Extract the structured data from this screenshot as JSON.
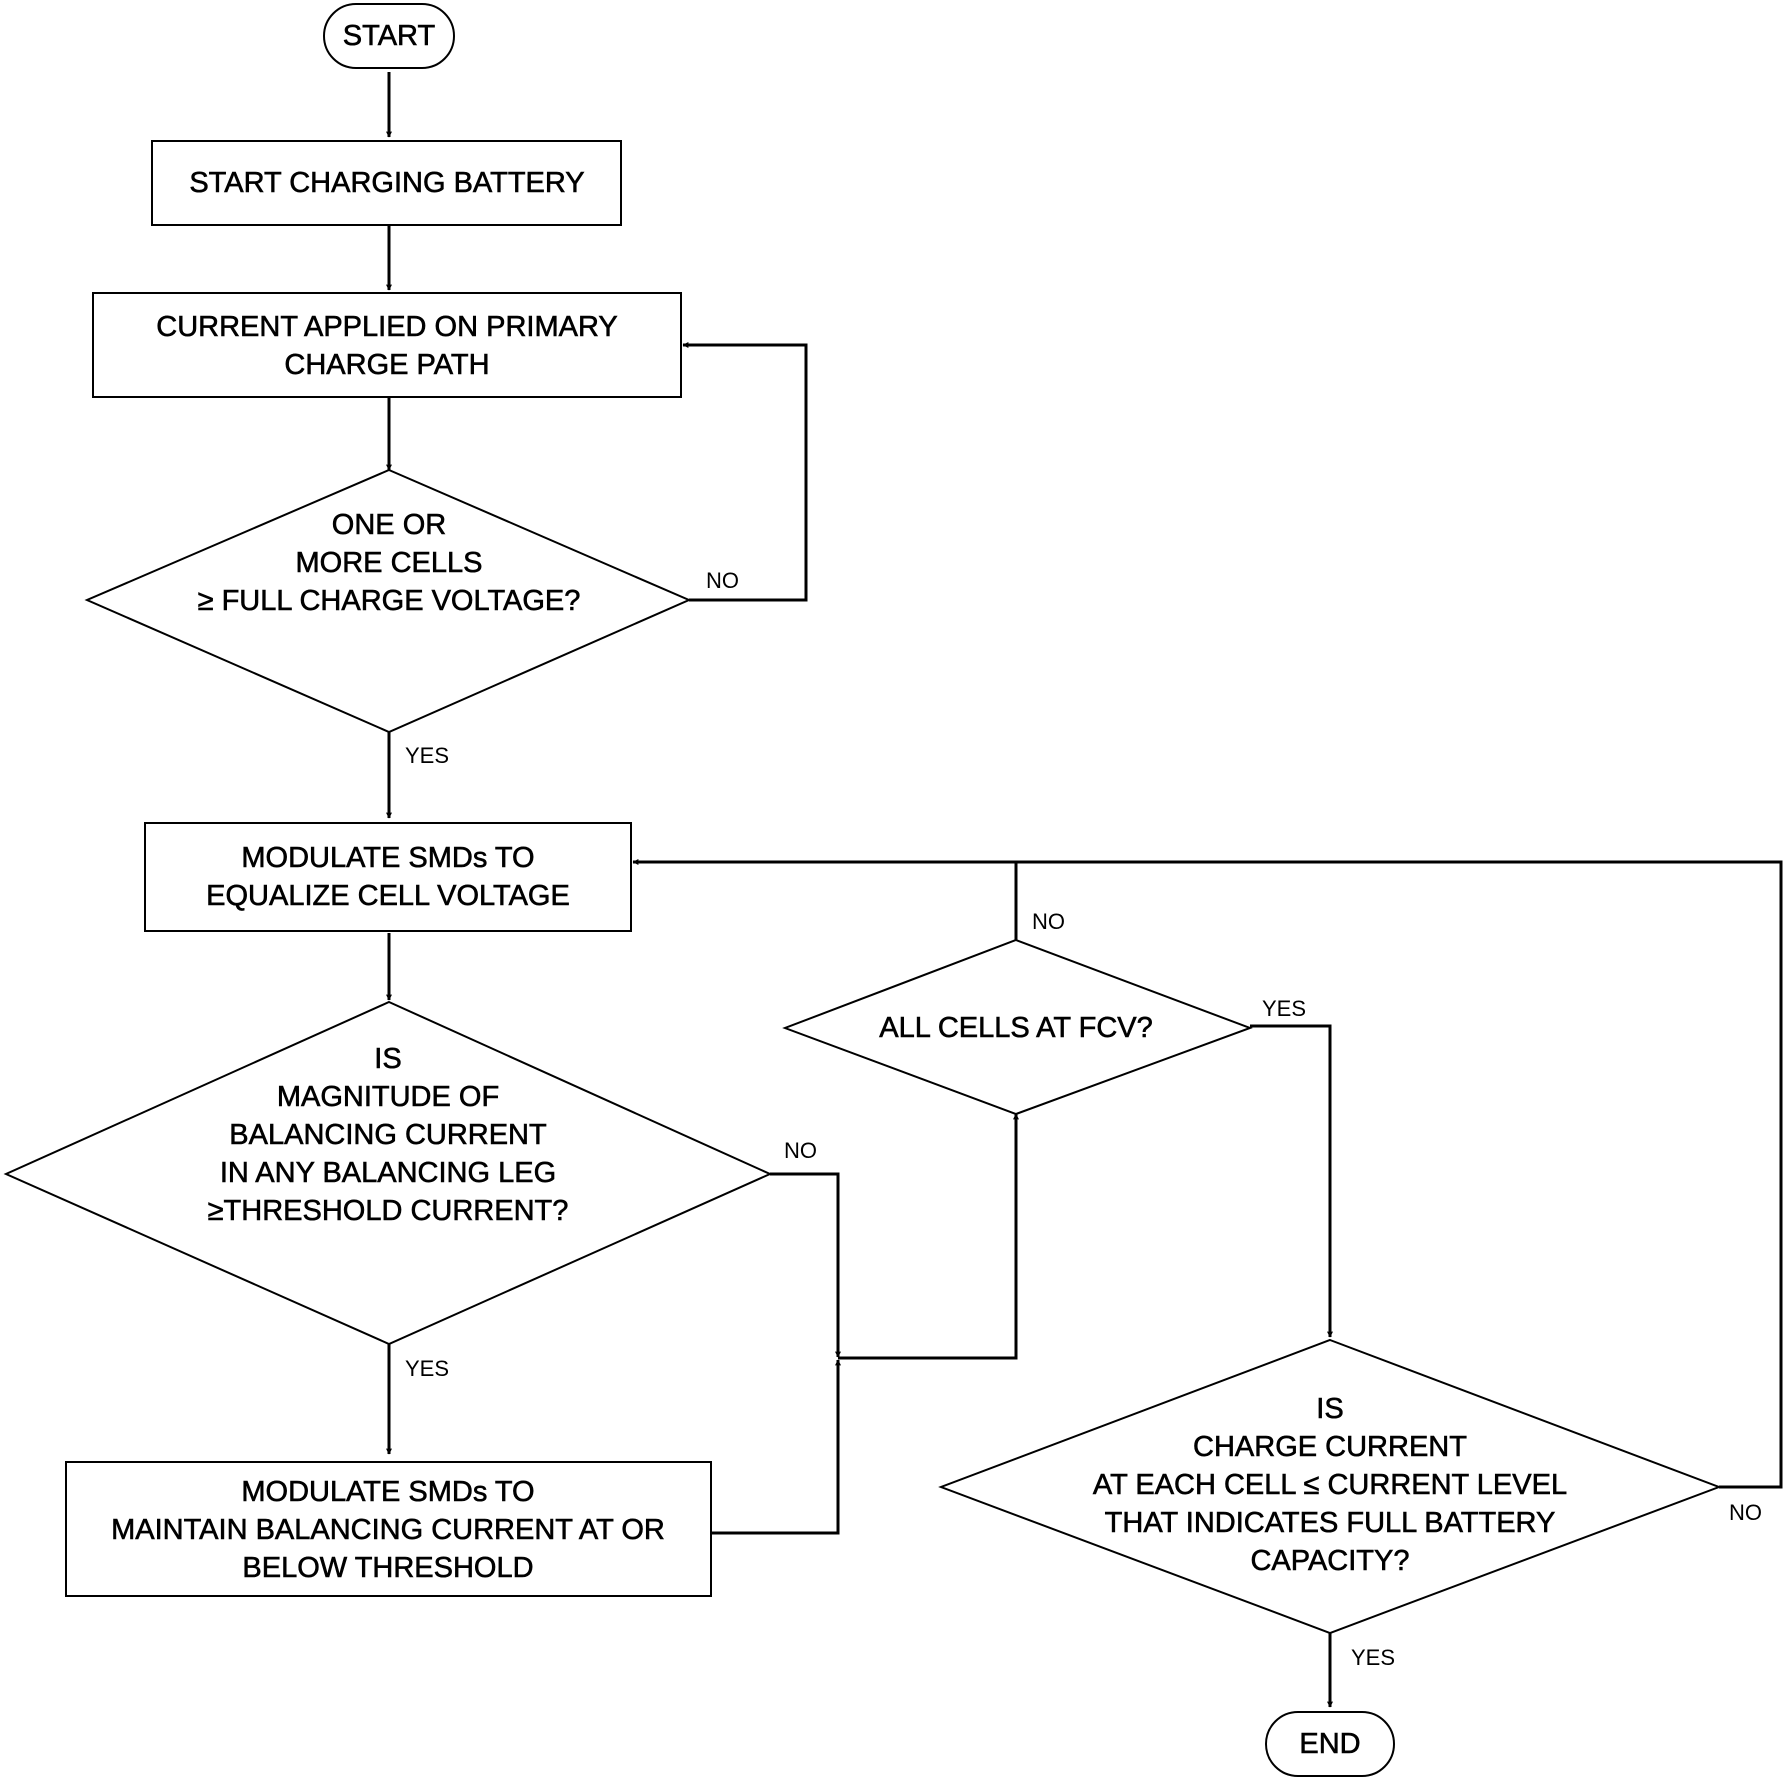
{
  "colors": {
    "stroke": "#000000",
    "fill": "#ffffff"
  },
  "nodes": {
    "start": {
      "lines": [
        "START"
      ]
    },
    "start_charging": {
      "lines": [
        "START CHARGING BATTERY"
      ]
    },
    "primary_path": {
      "lines": [
        "CURRENT APPLIED ON PRIMARY",
        "CHARGE PATH"
      ]
    },
    "cells_fcv": {
      "lines": [
        "ONE OR",
        "MORE CELLS",
        "≥ FULL CHARGE VOLTAGE?"
      ]
    },
    "equalize": {
      "lines": [
        "MODULATE SMDs TO",
        "EQUALIZE CELL VOLTAGE"
      ]
    },
    "balancing_check": {
      "lines": [
        "IS",
        "MAGNITUDE OF",
        "BALANCING CURRENT",
        "IN ANY BALANCING LEG",
        "≥THRESHOLD CURRENT?"
      ]
    },
    "maintain": {
      "lines": [
        "MODULATE SMDs TO",
        "MAINTAIN BALANCING CURRENT AT OR",
        "BELOW THRESHOLD"
      ]
    },
    "all_cells": {
      "lines": [
        "ALL CELLS AT FCV?"
      ]
    },
    "charge_current": {
      "lines": [
        "IS",
        "CHARGE CURRENT",
        "AT EACH CELL ≤  CURRENT LEVEL",
        "THAT INDICATES FULL BATTERY",
        "CAPACITY?"
      ]
    },
    "end": {
      "lines": [
        "END"
      ]
    }
  },
  "branches": {
    "cells_fcv_no": "NO",
    "cells_fcv_yes": "YES",
    "balancing_no": "NO",
    "balancing_yes": "YES",
    "all_cells_no": "NO",
    "all_cells_yes": "YES",
    "charge_current_no": "NO",
    "charge_current_yes": "YES"
  }
}
